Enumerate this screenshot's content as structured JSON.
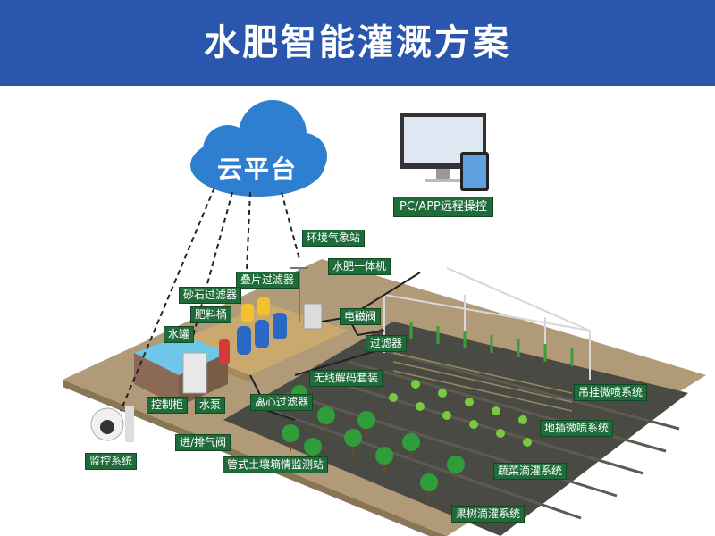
{
  "header": {
    "title": "水肥智能灌溉方案",
    "color": "#2a56ad"
  },
  "cloud": {
    "label": "云平台"
  },
  "labels": {
    "remote": "PC/APP远程操控",
    "weather": "环境气象站",
    "all_in_one": "水肥一体机",
    "disc_filter": "叠片过滤器",
    "sand_filter": "砂石过滤器",
    "fert_bucket": "肥料桶",
    "solenoid": "电磁阀",
    "water_tank": "水罐",
    "filter": "过滤器",
    "wireless": "无线解码套装",
    "control_cabinet": "控制柜",
    "pump": "水泵",
    "centrifugal": "离心过滤器",
    "air_valve": "进/排气阀",
    "soil_station": "管式土壤墒情监测站",
    "monitor": "监控系统",
    "hanging_spray": "吊挂微喷系统",
    "ground_spray": "地插微喷系统",
    "vegetable_drip": "蔬菜滴灌系统",
    "fruit_drip": "果树滴灌系统"
  },
  "colors": {
    "label_bg": "#1f6b3a",
    "cloud": "#2f7fd1",
    "ground": "#b09a78"
  }
}
